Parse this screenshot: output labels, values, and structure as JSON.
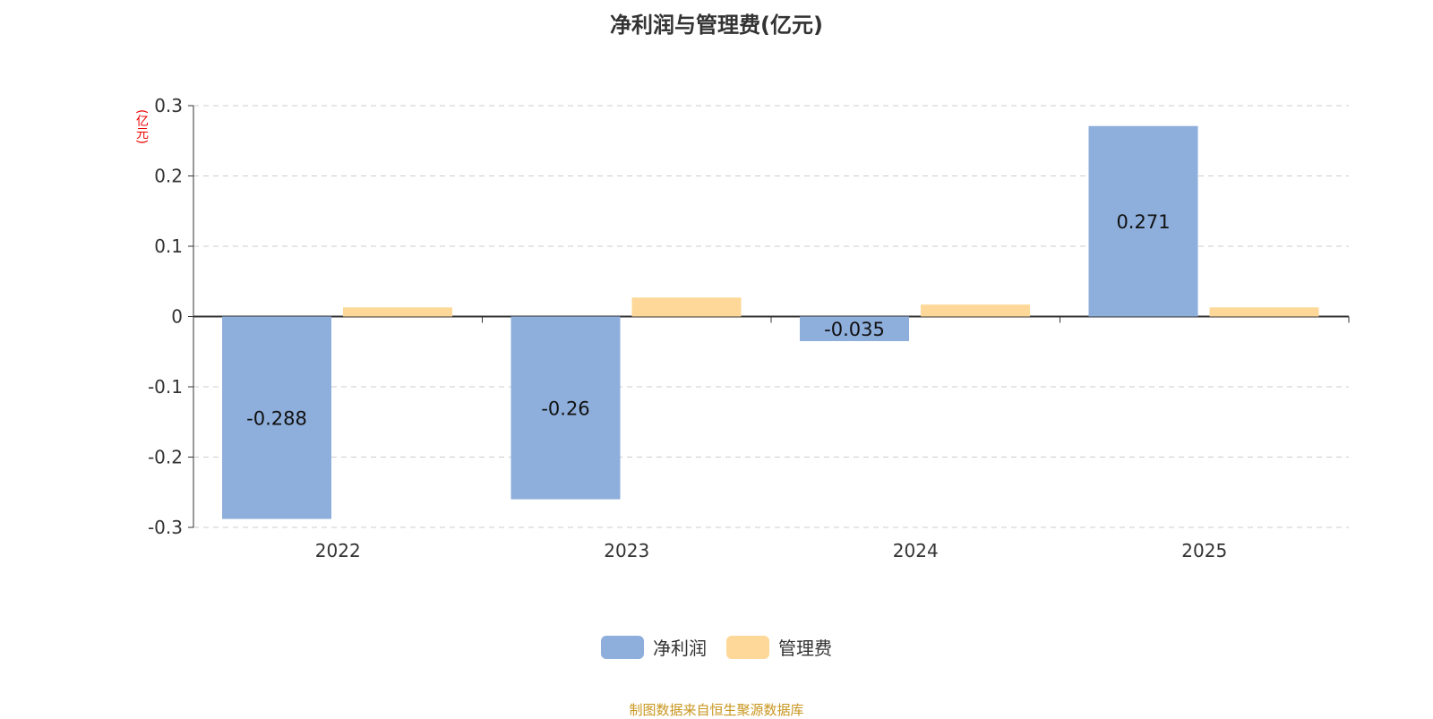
{
  "chart_data": {
    "type": "bar",
    "title": "净利润与管理费(亿元)",
    "ylabel": "(亿元)",
    "categories": [
      "2022",
      "2023",
      "2024",
      "2025"
    ],
    "ylim": [
      -0.3,
      0.3
    ],
    "yticks": [
      0.3,
      0.2,
      0.1,
      0,
      -0.1,
      -0.2,
      -0.3
    ],
    "ytick_labels": [
      "0.3",
      "0.2",
      "0.1",
      "0",
      "-0.1",
      "-0.2",
      "-0.3"
    ],
    "grid": true,
    "legend_position": "bottom",
    "series": [
      {
        "name": "净利润",
        "color": "#8eaedb",
        "values": [
          -0.288,
          -0.26,
          -0.035,
          0.271
        ],
        "labels": [
          "-0.288",
          "-0.26",
          "-0.035",
          "0.271"
        ]
      },
      {
        "name": "管理费",
        "color": "#fed898",
        "values": [
          0.013,
          0.027,
          0.017,
          0.013
        ]
      }
    ]
  },
  "source": "制图数据来自恒生聚源数据库"
}
